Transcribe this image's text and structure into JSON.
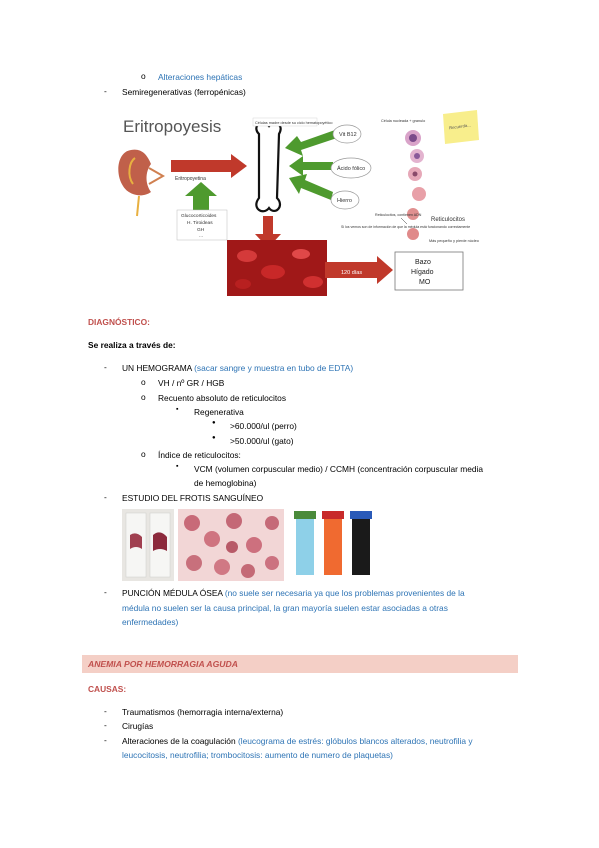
{
  "top": {
    "hepatic": "Alteraciones hepáticas",
    "semiregen": "Semiregenerativas (ferropénicas)"
  },
  "diagram": {
    "title": "Eritropoyesis",
    "eritropoyetina": "Eritropoyetina",
    "hormones": [
      "Glucocorticoides",
      "H. Tiroideas",
      "GH",
      "..."
    ],
    "top_note": "Células madre desde su ciclo hematopoyético",
    "vit_b12": "Vit B12",
    "acido_folico": "Ácido fólico",
    "hierro": "Hierro",
    "cells_note": "Célula nucleada + granulo",
    "sticky": "Recuerda...",
    "reticulo_note": "Reticulocitos, contienen ADN",
    "reticulocitos": "Reticulocitos",
    "info_note": "Si los vemos son de información de que la médula está funcionando correctamente",
    "small_note": "Más pequeño y pierde núcleo",
    "dias": "120 días",
    "organs": [
      "Bazo",
      "Hígado",
      "MO"
    ]
  },
  "diagnostico": {
    "heading": "DIAGNÓSTICO:",
    "intro": "Se realiza a través de:",
    "hemograma_label": "UN HEMOGRAMA",
    "hemograma_note": "(sacar sangre y muestra en tubo de EDTA)",
    "vh": "VH / nº GR / HGB",
    "recuento": "Recuento absoluto de reticulocitos",
    "regenerativa": "Regenerativa",
    "perro": ">60.000/ul (perro)",
    "gato": ">50.000/ul (gato)",
    "indice": "Índice de reticulocitos:",
    "vcm_1": "VCM (volumen corpuscular medio) / CCMH (concentración corpuscular media",
    "vcm_2": "de hemoglobina)",
    "frotis": "ESTUDIO DEL FROTIS SANGUÍNEO",
    "puncion_label": "PUNCIÓN MÉDULA ÓSEA",
    "puncion_1": "(no suele ser necesaria ya que los problemas provenientes de la",
    "puncion_2": "médula no suelen ser la causa principal, la gran mayoría suelen estar asociadas a otras",
    "puncion_3": "enfermedades)"
  },
  "anemia": {
    "title": "ANEMIA POR HEMORRAGIA AGUDA",
    "causas": "CAUSAS:",
    "trauma": "Traumatismos (hemorragia interna/externa)",
    "cirugias": "Cirugías",
    "coag_label": "Alteraciones de la coagulación",
    "coag_1": "(leucograma de estrés: glóbulos blancos alterados, neutrofilia y",
    "coag_2": "leucocitosis, neutrofilia; trombocitosis: aumento de numero de plaquetas)"
  },
  "bullets": {
    "circle": "o",
    "dash": "-",
    "square": "▪",
    "dot": "●"
  },
  "colors": {
    "blue_text": "#2e74b5",
    "red_heading": "#c0504d",
    "section_bg": "#f4cfc6",
    "arrow_red": "#c0392b",
    "arrow_green": "#4e9a2e"
  }
}
